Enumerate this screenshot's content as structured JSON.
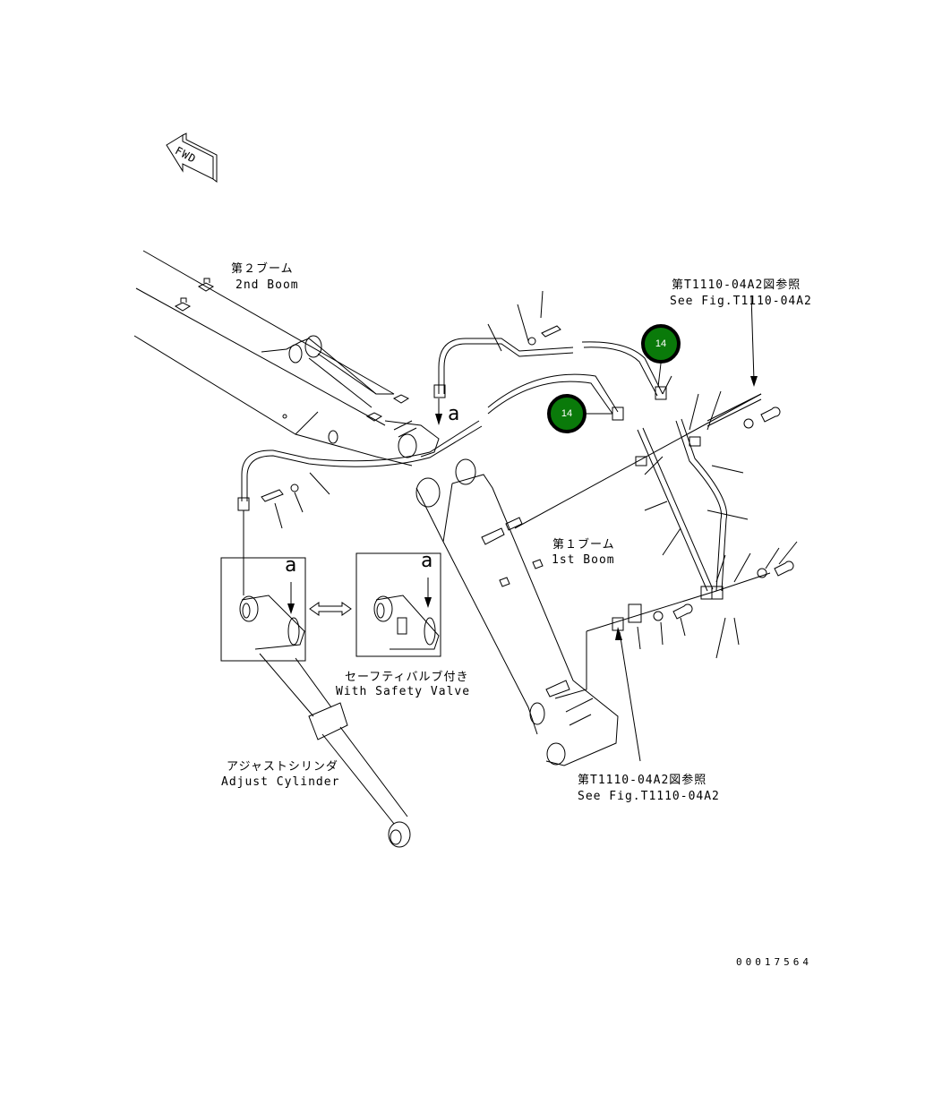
{
  "diagram": {
    "type": "exploded-parts-diagram",
    "direction_marker": {
      "label": "FWD",
      "icon": "forward-arrow-icon"
    },
    "labels": {
      "second_boom_jp": "第２ブーム",
      "second_boom_en": "2nd Boom",
      "first_boom_jp": "第１ブーム",
      "first_boom_en": "1st Boom",
      "see_fig_top_jp": "第T1110-04A2図参照",
      "see_fig_top_en": "See Fig.T1110-04A2",
      "see_fig_bottom_jp": "第T1110-04A2図参照",
      "see_fig_bottom_en": "See Fig.T1110-04A2",
      "safety_valve_jp": "セーフティバルブ付き",
      "safety_valve_en": "With Safety Valve",
      "adjust_cylinder_jp": "アジャストシリンダ",
      "adjust_cylinder_en": "Adjust Cylinder",
      "detail_a_main": "a",
      "detail_a_left": "a",
      "detail_a_right": "a"
    },
    "callouts": [
      {
        "id": "callout-upper",
        "number": "14",
        "color": "#0a7a0a"
      },
      {
        "id": "callout-lower",
        "number": "14",
        "color": "#0a7a0a"
      }
    ],
    "reference_number": "00017564",
    "interchange_arrow": "double-arrow-icon"
  }
}
